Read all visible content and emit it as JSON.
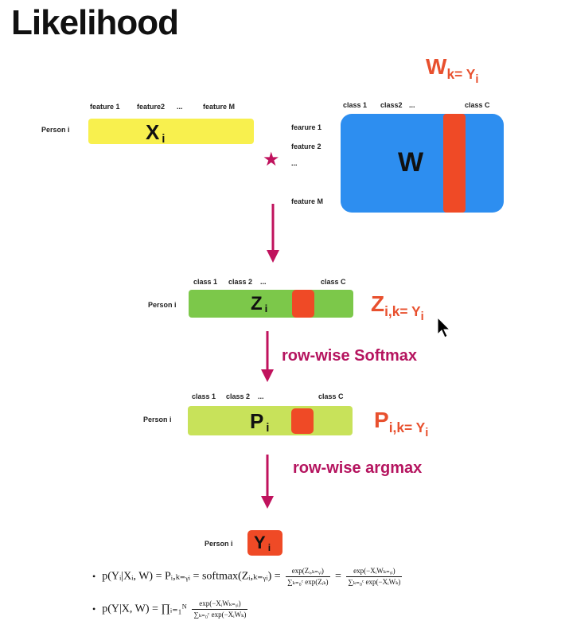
{
  "title": "Likelihood",
  "top": {
    "feature_headers": [
      "feature 1",
      "feature2",
      "...",
      "feature M"
    ],
    "person_label": "Person  i",
    "x_label": "X",
    "x_sub": "i",
    "multiply_symbol": "★",
    "w_class_headers": [
      "class 1",
      "class2",
      "...",
      "class C"
    ],
    "w_row_labels": [
      "fearure  1",
      "feature  2",
      "...",
      "feature  M"
    ],
    "w_label": "W",
    "w_selected_label": "W",
    "w_selected_sub": "k= Y",
    "w_selected_subsub": "i"
  },
  "z_row": {
    "class_headers": [
      "class 1",
      "class 2",
      "...",
      "class C"
    ],
    "person_label": "Person  i",
    "z_label": "Z",
    "z_sub": "i",
    "selected_label": "Z",
    "selected_sub": "i,k= Y",
    "selected_subsub": "i"
  },
  "softmax_label": "row-wise Softmax",
  "p_row": {
    "class_headers": [
      "class 1",
      "class 2",
      "...",
      "class C"
    ],
    "person_label": "Person  i",
    "p_label": "P",
    "p_sub": "i",
    "selected_label": "P",
    "selected_sub": "i,k= Y",
    "selected_subsub": "i"
  },
  "argmax_label": "row-wise argmax",
  "y_row": {
    "person_label": "Person  i",
    "y_label": "Y",
    "y_sub": "i"
  },
  "formulas": {
    "bullet": "•",
    "f1_lhs": "p(Yᵢ|Xᵢ, W) = Pᵢ,ₖ₌ᵧᵢ = softmax(Zᵢ,ₖ₌ᵧᵢ) =",
    "f1_frac1_num": "exp(Zᵢ,ₖ₌ᵧᵢ)",
    "f1_frac1_den": "∑ₖ₌₀ᶜ exp(Zᵢₖ)",
    "f1_eq": "=",
    "f1_frac2_num": "exp(−XᵢWₖ₌ᵧᵢ)",
    "f1_frac2_den": "∑ₖ₌₀ᶜ exp(−XᵢWₖ)",
    "f2_lhs": "p(Y|X, W) = ∏ᵢ₌₁ᴺ",
    "f2_frac_num": "exp(−XᵢWₖ₌ᵧᵢ)",
    "f2_frac_den": "∑ₖ₌₀ᶜ exp(−XᵢWₖ)"
  },
  "colors": {
    "yellow_bar": "#f8f04e",
    "blue_matrix": "#2d8ef0",
    "green_bar": "#7cc84a",
    "lime_bar": "#c8e25a",
    "red_highlight": "#ef4a26",
    "arrow": "#c0125d",
    "star": "#c0125d"
  }
}
